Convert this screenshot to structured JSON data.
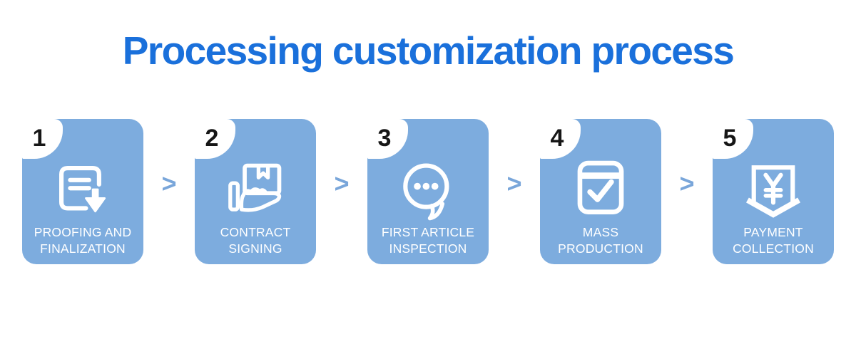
{
  "title": {
    "text": "Processing customization process",
    "color": "#1a70db"
  },
  "colors": {
    "background": "#ffffff",
    "card_bg": "#7dacde",
    "arrow": "#79a6da",
    "step_number": "#161616",
    "label_text": "#ffffff",
    "icon_stroke": "#ffffff"
  },
  "arrow": {
    "glyph": ">"
  },
  "steps": [
    {
      "number": "1",
      "label": "PROOFING AND\nFINALIZATION",
      "icon": "document-download-icon"
    },
    {
      "number": "2",
      "label": "CONTRACT\nSIGNING",
      "icon": "hand-holding-box-icon"
    },
    {
      "number": "3",
      "label": "FIRST ARTICLE\nINSPECTION",
      "icon": "chat-bubble-dots-icon"
    },
    {
      "number": "4",
      "label": "MASS\nPRODUCTION",
      "icon": "calendar-check-icon"
    },
    {
      "number": "5",
      "label": "PAYMENT\nCOLLECTION",
      "icon": "yen-banner-icon"
    }
  ]
}
